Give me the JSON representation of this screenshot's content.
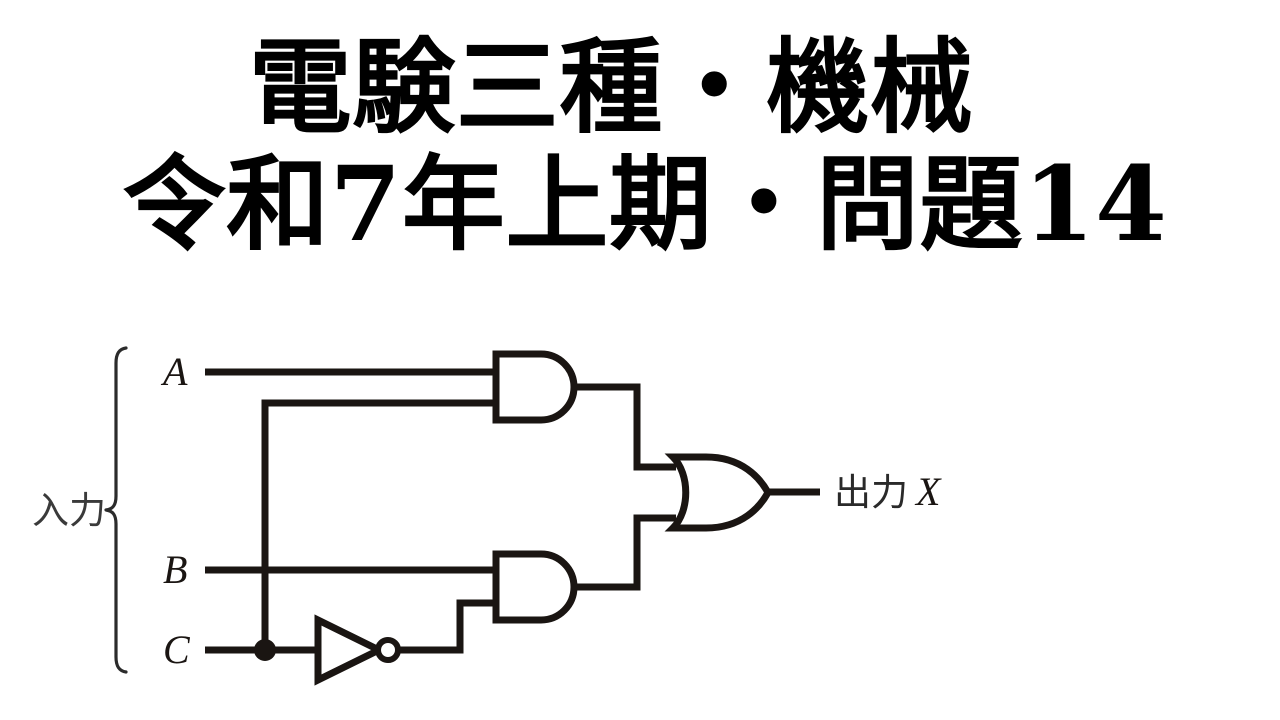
{
  "page": {
    "background_color": "#ffffff",
    "ink_color": "#1a1512"
  },
  "title": {
    "line1": "電験三種・機械",
    "line2": "令和7年上期・問題14"
  },
  "diagram": {
    "input_group_label": "入力",
    "output_label_jp": "出力",
    "output_label_var": "X",
    "inputs": [
      {
        "id": "A",
        "label": "A"
      },
      {
        "id": "B",
        "label": "B"
      },
      {
        "id": "C",
        "label": "C"
      }
    ],
    "gates": [
      {
        "id": "and1",
        "type": "AND",
        "inputs": [
          "A",
          "C"
        ]
      },
      {
        "id": "not1",
        "type": "NOT",
        "inputs": [
          "C"
        ]
      },
      {
        "id": "and2",
        "type": "AND",
        "inputs": [
          "B",
          "not1"
        ]
      },
      {
        "id": "or1",
        "type": "OR",
        "inputs": [
          "and1",
          "and2"
        ]
      }
    ],
    "output": {
      "id": "X",
      "from": "or1"
    }
  }
}
